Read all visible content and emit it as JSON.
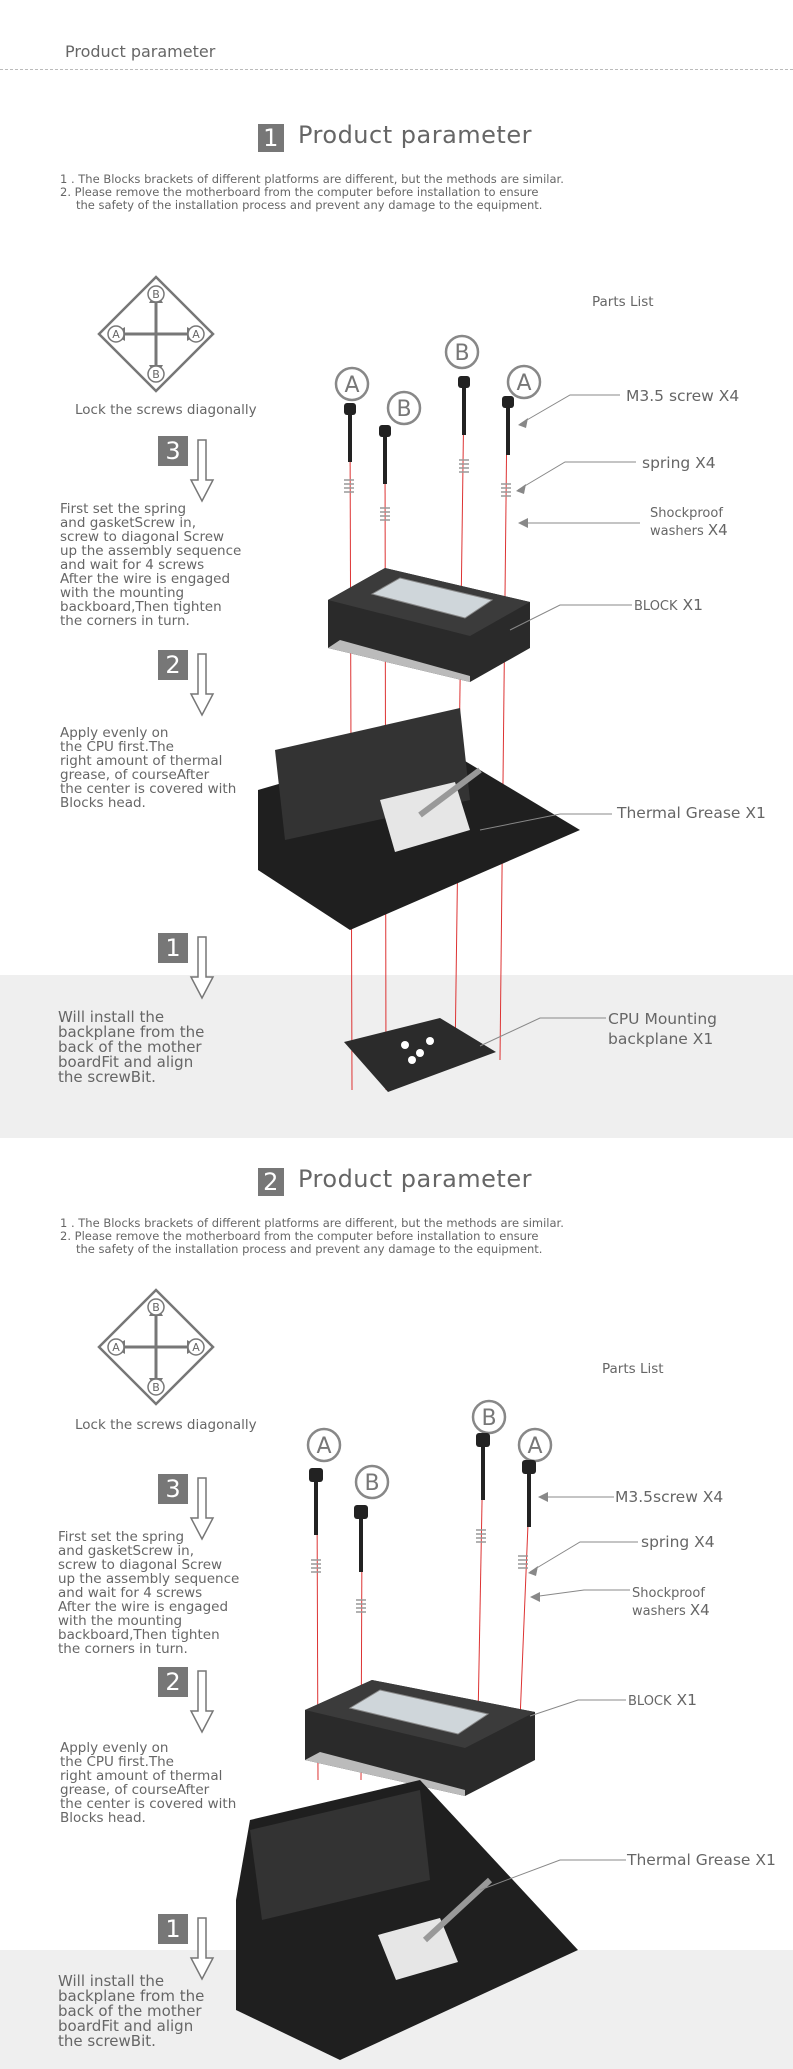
{
  "header": {
    "title": "Product parameter"
  },
  "sections": [
    {
      "number": "1",
      "title": "Product parameter",
      "notes": [
        "1 . The Blocks  brackets of different platforms are different, but the methods are similar.",
        "2. Please remove the motherboard from the computer before installation to ensure",
        "the safety of the installation process and prevent any damage to the equipment."
      ],
      "parts_list": "Parts List",
      "diagram_letters": {
        "top": "B",
        "left": "A",
        "right": "A",
        "bottom": "B"
      },
      "lock_text": "Lock the screws diagonally",
      "screw_labels": [
        "A",
        "B",
        "B",
        "A"
      ],
      "steps": [
        {
          "number": "3",
          "lines": [
            "First set the spring",
            "and gasketScrew in,",
            "screw to diagonal Screw",
            "up the assembly sequence",
            "and wait for 4 screws",
            "After the wire is engaged",
            "with the mounting",
            "backboard,Then tighten",
            "the corners in turn."
          ]
        },
        {
          "number": "2",
          "lines": [
            "Apply evenly on",
            "the CPU first.The",
            "right amount of thermal",
            "grease, of courseAfter",
            "the center is covered with",
            "Blocks  head."
          ]
        },
        {
          "number": "1",
          "lines": [
            "Will install the",
            "backplane from the",
            "back of the mother",
            "boardFit and align",
            "the screwBit."
          ]
        }
      ],
      "callouts": {
        "screw": "M3.5 screw X4",
        "spring": "spring X4",
        "washer_line1": "Shockproof",
        "washer_line2": "washers",
        "washer_qty": "X4",
        "block_prefix": "BLOCK",
        "block_qty": "X1",
        "grease": "Thermal Grease  X1",
        "backplane_line1": "CPU Mounting",
        "backplane_line2": "backplane X1"
      }
    },
    {
      "number": "2",
      "title": "Product parameter",
      "notes": [
        "1 . The Blocks  brackets of different platforms are different, but the methods are similar.",
        "2. Please remove the motherboard from the computer before installation to ensure",
        "the safety of the installation process and prevent any damage to the equipment."
      ],
      "parts_list": "Parts List",
      "diagram_letters": {
        "top": "B",
        "left": "A",
        "right": "A",
        "bottom": "B"
      },
      "lock_text": "Lock the screws diagonally",
      "screw_labels": [
        "A",
        "B",
        "B",
        "A"
      ],
      "steps": [
        {
          "number": "3",
          "lines": [
            "First set the spring",
            "and gasketScrew in,",
            "screw to diagonal Screw",
            "up the assembly sequence",
            "and wait for 4 screws",
            "After the wire is engaged",
            "with the mounting",
            "backboard,Then tighten",
            "the corners in turn."
          ]
        },
        {
          "number": "2",
          "lines": [
            "Apply evenly on",
            "the CPU first.The",
            "right amount of thermal",
            "grease, of courseAfter",
            "the center is covered with",
            "Blocks  head."
          ]
        },
        {
          "number": "1",
          "lines": [
            "Will install the",
            "backplane from the",
            "back of the mother",
            "boardFit and align",
            "the screwBit."
          ]
        }
      ],
      "callouts": {
        "screw": "M3.5screw X4",
        "spring": "spring X4",
        "washer_line1": "Shockproof",
        "washer_line2": "washers",
        "washer_qty": "X4",
        "block_prefix": "BLOCK",
        "block_qty": "X1",
        "grease": "Thermal Grease  X1"
      }
    }
  ]
}
